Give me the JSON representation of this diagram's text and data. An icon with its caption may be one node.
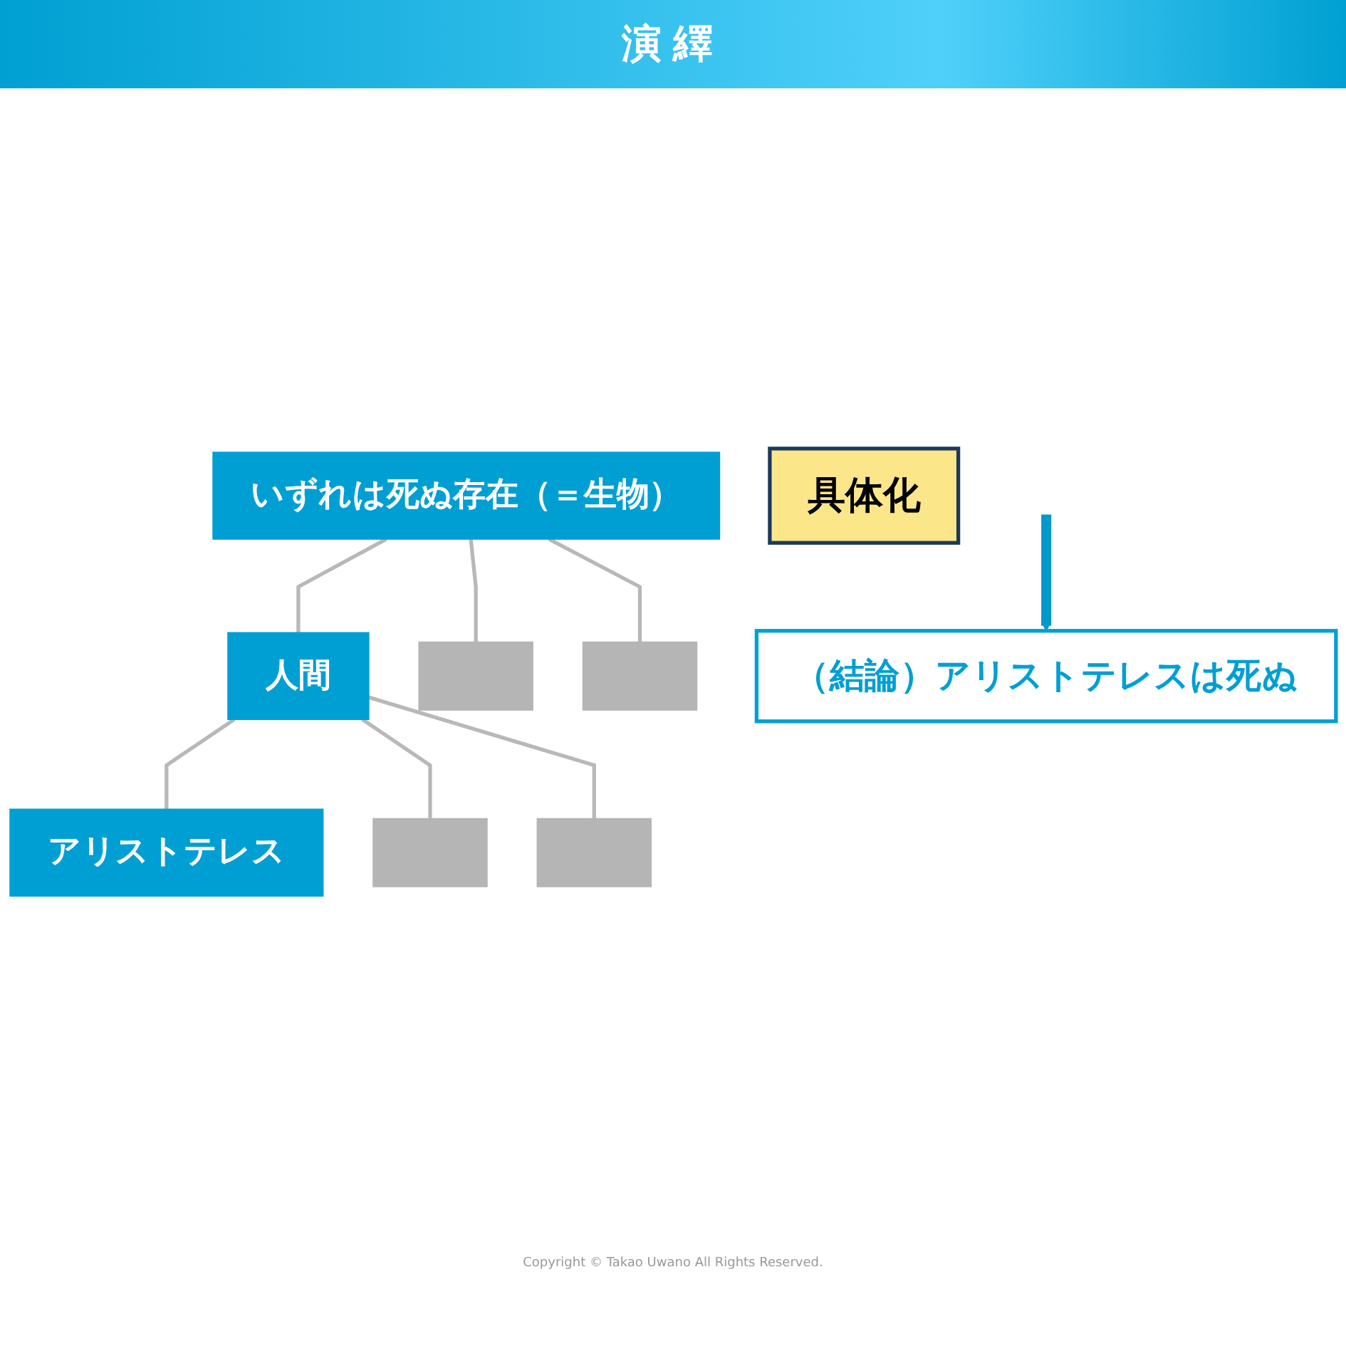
{
  "diagram": {
    "title": "演繹",
    "nodes": [
      {
        "text": [
          "いずれは死ぬ存在（＝生物）"
        ]
      },
      {
        "text": [
          "人間"
        ]
      },
      {
        "text": [],
        "shape": "box"
      },
      {
        "text": [],
        "shape": "box"
      },
      {
        "text": [
          "アリストテレス"
        ]
      },
      {
        "text": [],
        "shape": "box"
      },
      {
        "text": [],
        "shape": "box"
      },
      {
        "text": [
          "具体化"
        ]
      },
      {
        "text": [
          "（結論）アリストテレスは死ぬ"
        ]
      }
    ],
    "edges": [
      {
        "from": 0,
        "to": 1,
        "arrow": "none"
      },
      {
        "from": 0,
        "to": 2,
        "arrow": "none"
      },
      {
        "from": 0,
        "to": 3,
        "arrow": "none"
      },
      {
        "from": 1,
        "to": 4,
        "arrow": "none"
      },
      {
        "from": 1,
        "to": 5,
        "arrow": "none"
      },
      {
        "from": 1,
        "to": 6,
        "arrow": "none"
      },
      {
        "from": null,
        "to": 8,
        "arrow": "to",
        "style": "thick",
        "color": "#0099cc"
      }
    ],
    "labels": [
      "Copyright © Takao Uwano All Rights Reserved."
    ]
  }
}
